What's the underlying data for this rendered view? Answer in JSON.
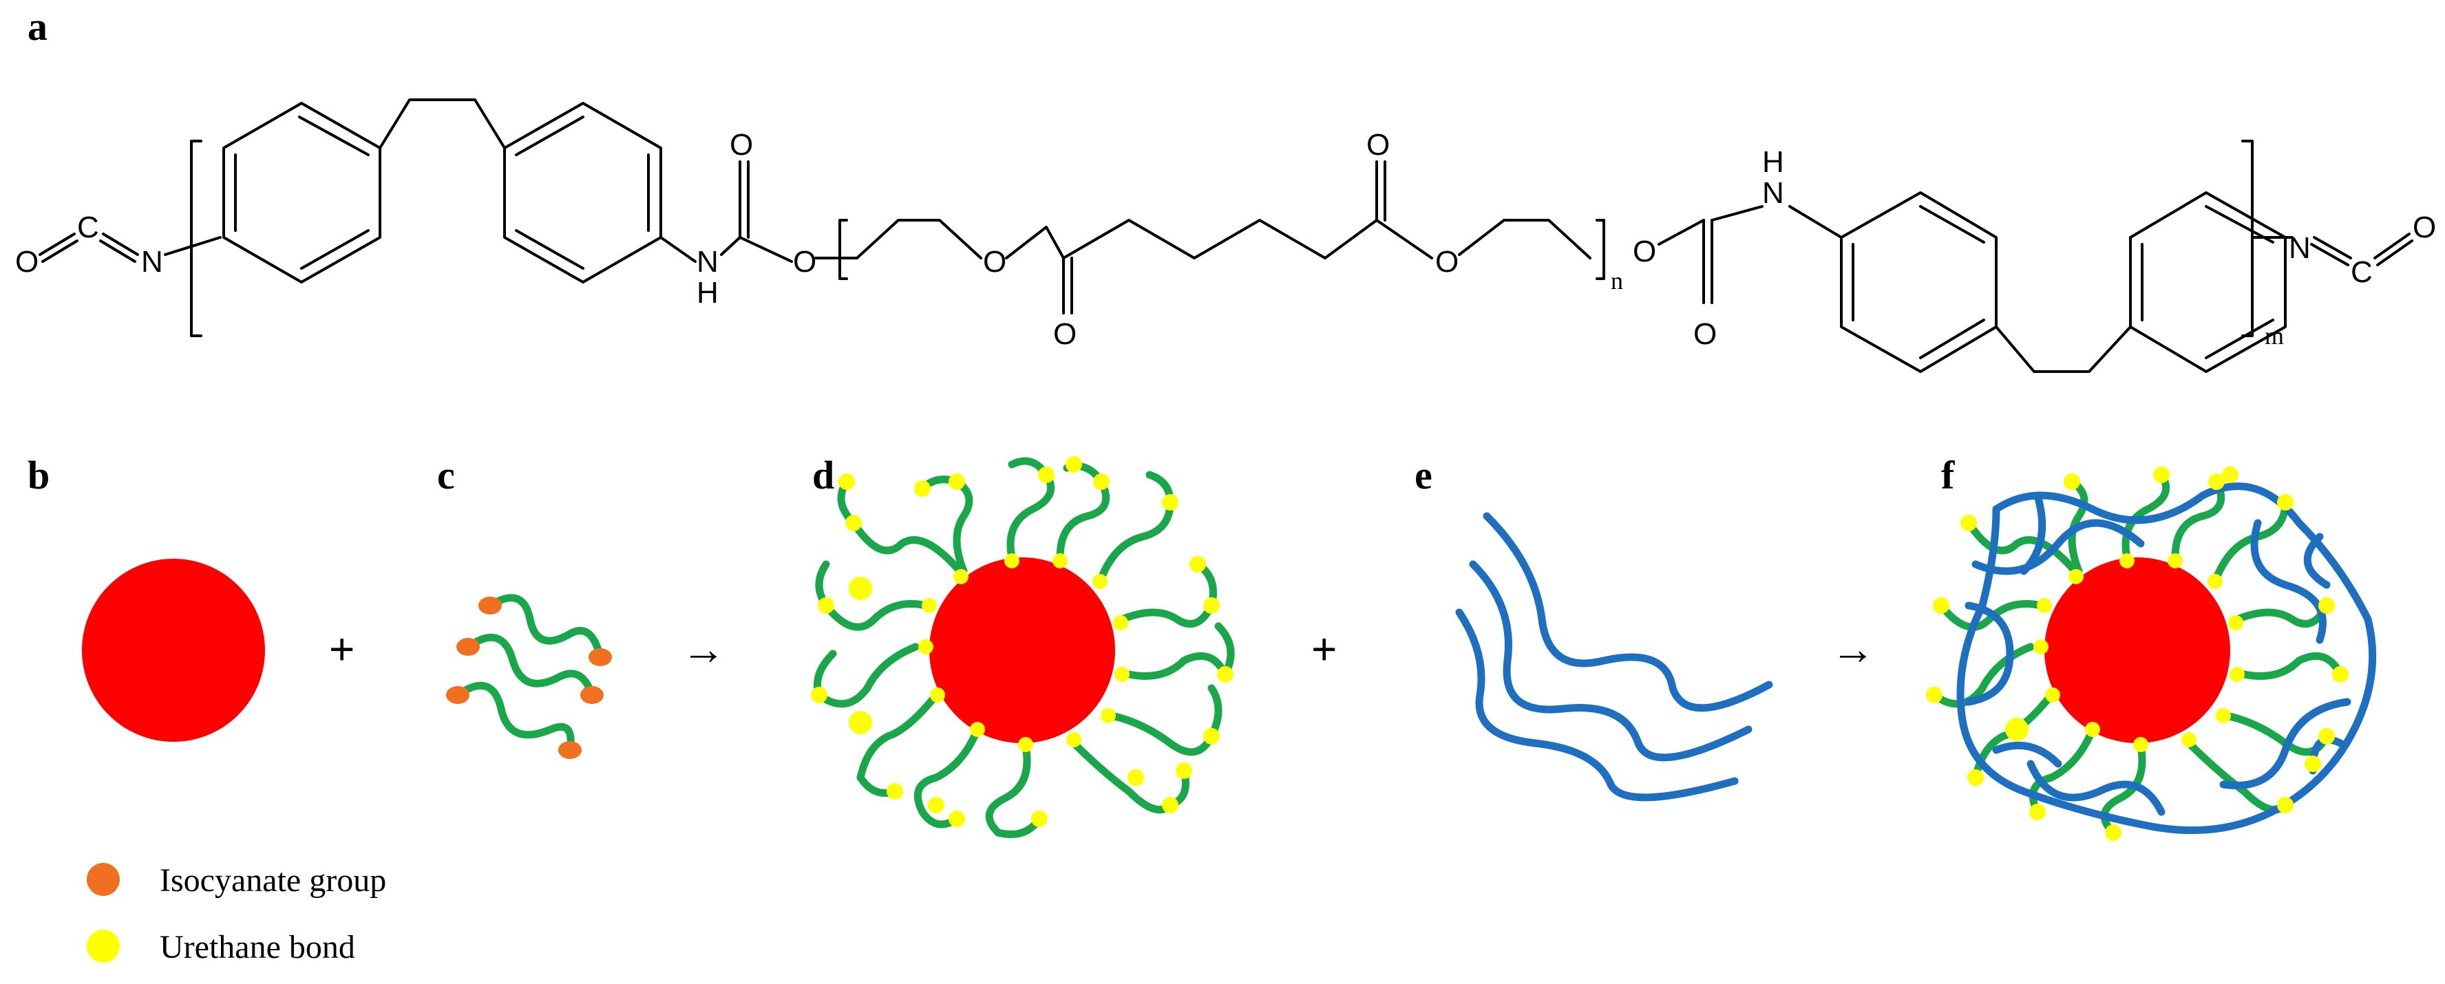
{
  "panels": {
    "a": "a",
    "b": "b",
    "c": "c",
    "d": "d",
    "e": "e",
    "f": "f"
  },
  "atoms": {
    "O": "O",
    "C": "C",
    "N": "N",
    "H": "H"
  },
  "subscripts": {
    "n": "n",
    "m": "m"
  },
  "operators": {
    "plus": "+",
    "arrow": "→"
  },
  "legend": {
    "isocyanate": "Isocyanate group",
    "urethane": "Urethane bond"
  },
  "colors": {
    "core": "#ff0000",
    "isocyanate": "#f07020",
    "urethane": "#ffff00",
    "prepolymer_chain": "#1aa64a",
    "polyol_chain": "#1e6fbf"
  }
}
